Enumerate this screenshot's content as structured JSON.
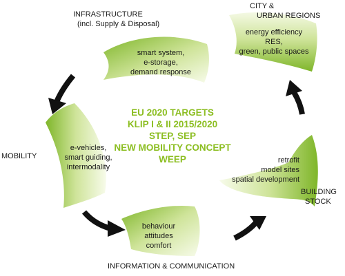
{
  "colors": {
    "leaf_green_dark": "#7fb62a",
    "leaf_green_light": "#f2f8df",
    "center_text": "#8cbe22",
    "arrow": "#111111"
  },
  "center": {
    "lines": [
      "EU 2020 TARGETS",
      "KLIP I & II 2015/2020",
      "STEP, SEP",
      "NEW MOBILITY CONCEPT",
      "WEEP"
    ]
  },
  "sectors": {
    "infrastructure": {
      "title": "INFRASTRUCTURE",
      "subtitle": "(incl. Supply & Disposal)",
      "items": [
        "smart system,",
        "e-storage,",
        "demand response"
      ]
    },
    "city": {
      "title": "CITY &",
      "subtitle": "URBAN REGIONS",
      "items": [
        "energy efficiency",
        "RES,",
        "green, public spaces"
      ]
    },
    "mobility": {
      "title": "MOBILITY",
      "items": [
        "e-vehicles,",
        "smart guiding,",
        "intermodality"
      ]
    },
    "building": {
      "title": "BUILDING",
      "subtitle": "STOCK",
      "items": [
        "retrofit",
        "model sites",
        "spatial development"
      ]
    },
    "information": {
      "title": "INFORMATION & COMMUNICATION",
      "items": [
        "behaviour",
        "attitudes",
        "comfort"
      ]
    }
  },
  "arrow_icons": [
    "arrow-down-left-icon",
    "arrow-up-icon",
    "arrow-down-right-icon",
    "arrow-up-right-icon"
  ]
}
